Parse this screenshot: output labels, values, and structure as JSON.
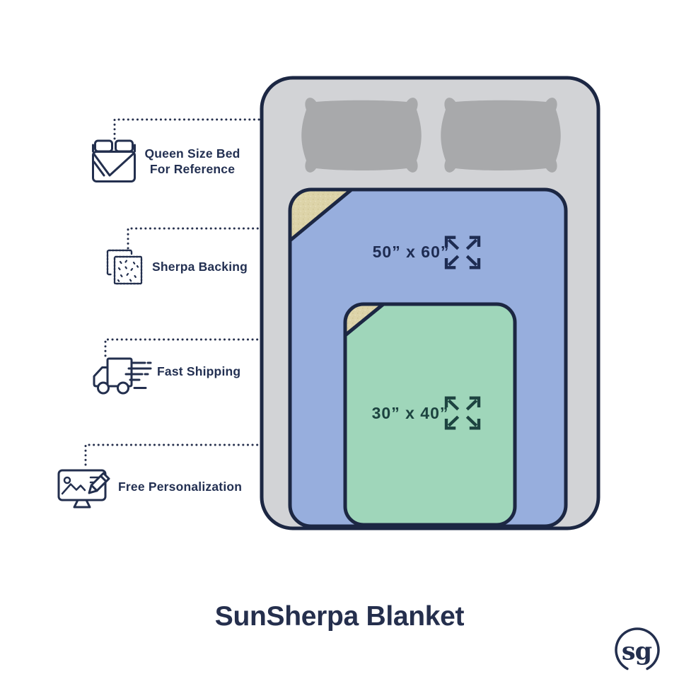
{
  "page": {
    "title": "SunSherpa Blanket",
    "logo_text": "sg"
  },
  "features": [
    {
      "icon": "bed-icon",
      "lines": [
        "Queen Size Bed",
        "For Reference"
      ]
    },
    {
      "icon": "sherpa-swatch-icon",
      "lines": [
        "Sherpa Backing"
      ]
    },
    {
      "icon": "shipping-truck-icon",
      "lines": [
        "Fast Shipping"
      ]
    },
    {
      "icon": "personalization-monitor-icon",
      "lines": [
        "Free Personalization"
      ]
    }
  ],
  "diagram": {
    "bed": {
      "type": "Queen Size Bed",
      "pillows": 2
    },
    "blankets": [
      {
        "size_label": "50” x 60”",
        "fill": "#97aedd"
      },
      {
        "size_label": "30” x 40”",
        "fill": "#9fd6ba"
      }
    ]
  },
  "colors": {
    "navy": "#232f4e",
    "outline_navy": "#1c2743",
    "bed_gray": "#d2d3d6",
    "pillow_gray": "#a8a9ab",
    "blanket_blue": "#97aedd",
    "blanket_green": "#9fd6ba",
    "sherpa_tan": "#ddd4a9",
    "blue_text": "#1e2c52",
    "green_text": "#1d4340",
    "background": "#ffffff"
  }
}
